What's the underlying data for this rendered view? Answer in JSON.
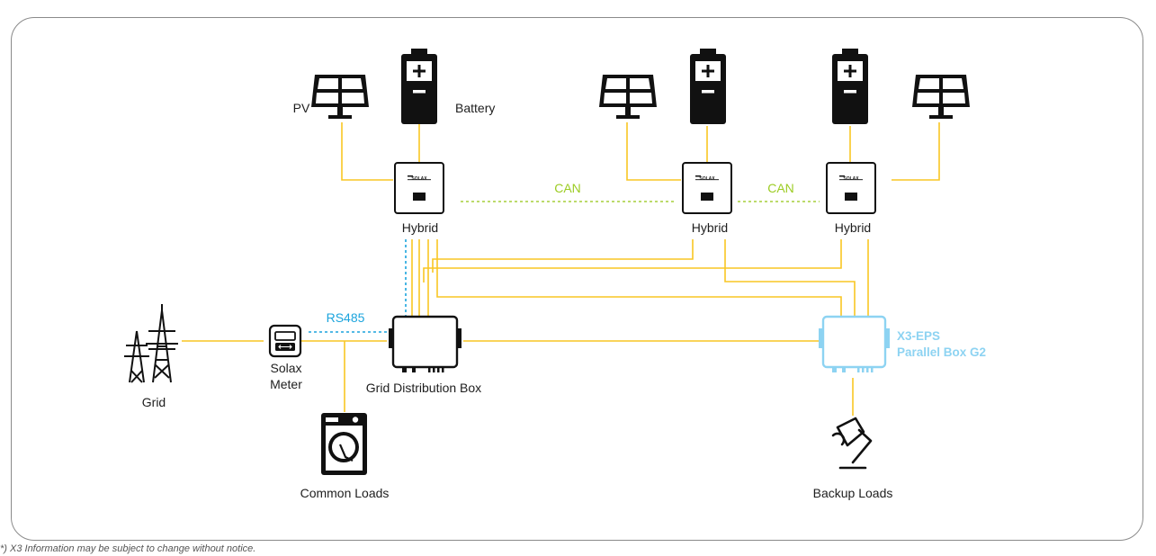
{
  "labels": {
    "pv": "PV",
    "battery": "Battery",
    "hybrid_1": "Hybrid",
    "hybrid_2": "Hybrid",
    "hybrid_3": "Hybrid",
    "can_1": "CAN",
    "can_2": "CAN",
    "rs485": "RS485",
    "grid": "Grid",
    "meter_line1": "Solax",
    "meter_line2": "Meter",
    "grid_distribution_box": "Grid Distribution Box",
    "eps_box_line1": "X3-EPS",
    "eps_box_line2": "Parallel Box G2",
    "common_loads": "Common Loads",
    "backup_loads": "Backup Loads",
    "inverter_logo": "SOLAX"
  },
  "footnote": "*) X3 Information may be subject to change without notice.",
  "icons": [
    "solar-panel-icon",
    "battery-icon",
    "hybrid-inverter-icon",
    "power-tower-icon",
    "meter-icon",
    "distribution-box-icon",
    "washing-machine-icon",
    "lamp-icon"
  ],
  "colors": {
    "power_line": "#f9c623",
    "can_line": "#a5cf3a",
    "rs485_line": "#1ba4dd",
    "eps_box": "#8dd3f2",
    "frame": "#8a8a8a"
  }
}
